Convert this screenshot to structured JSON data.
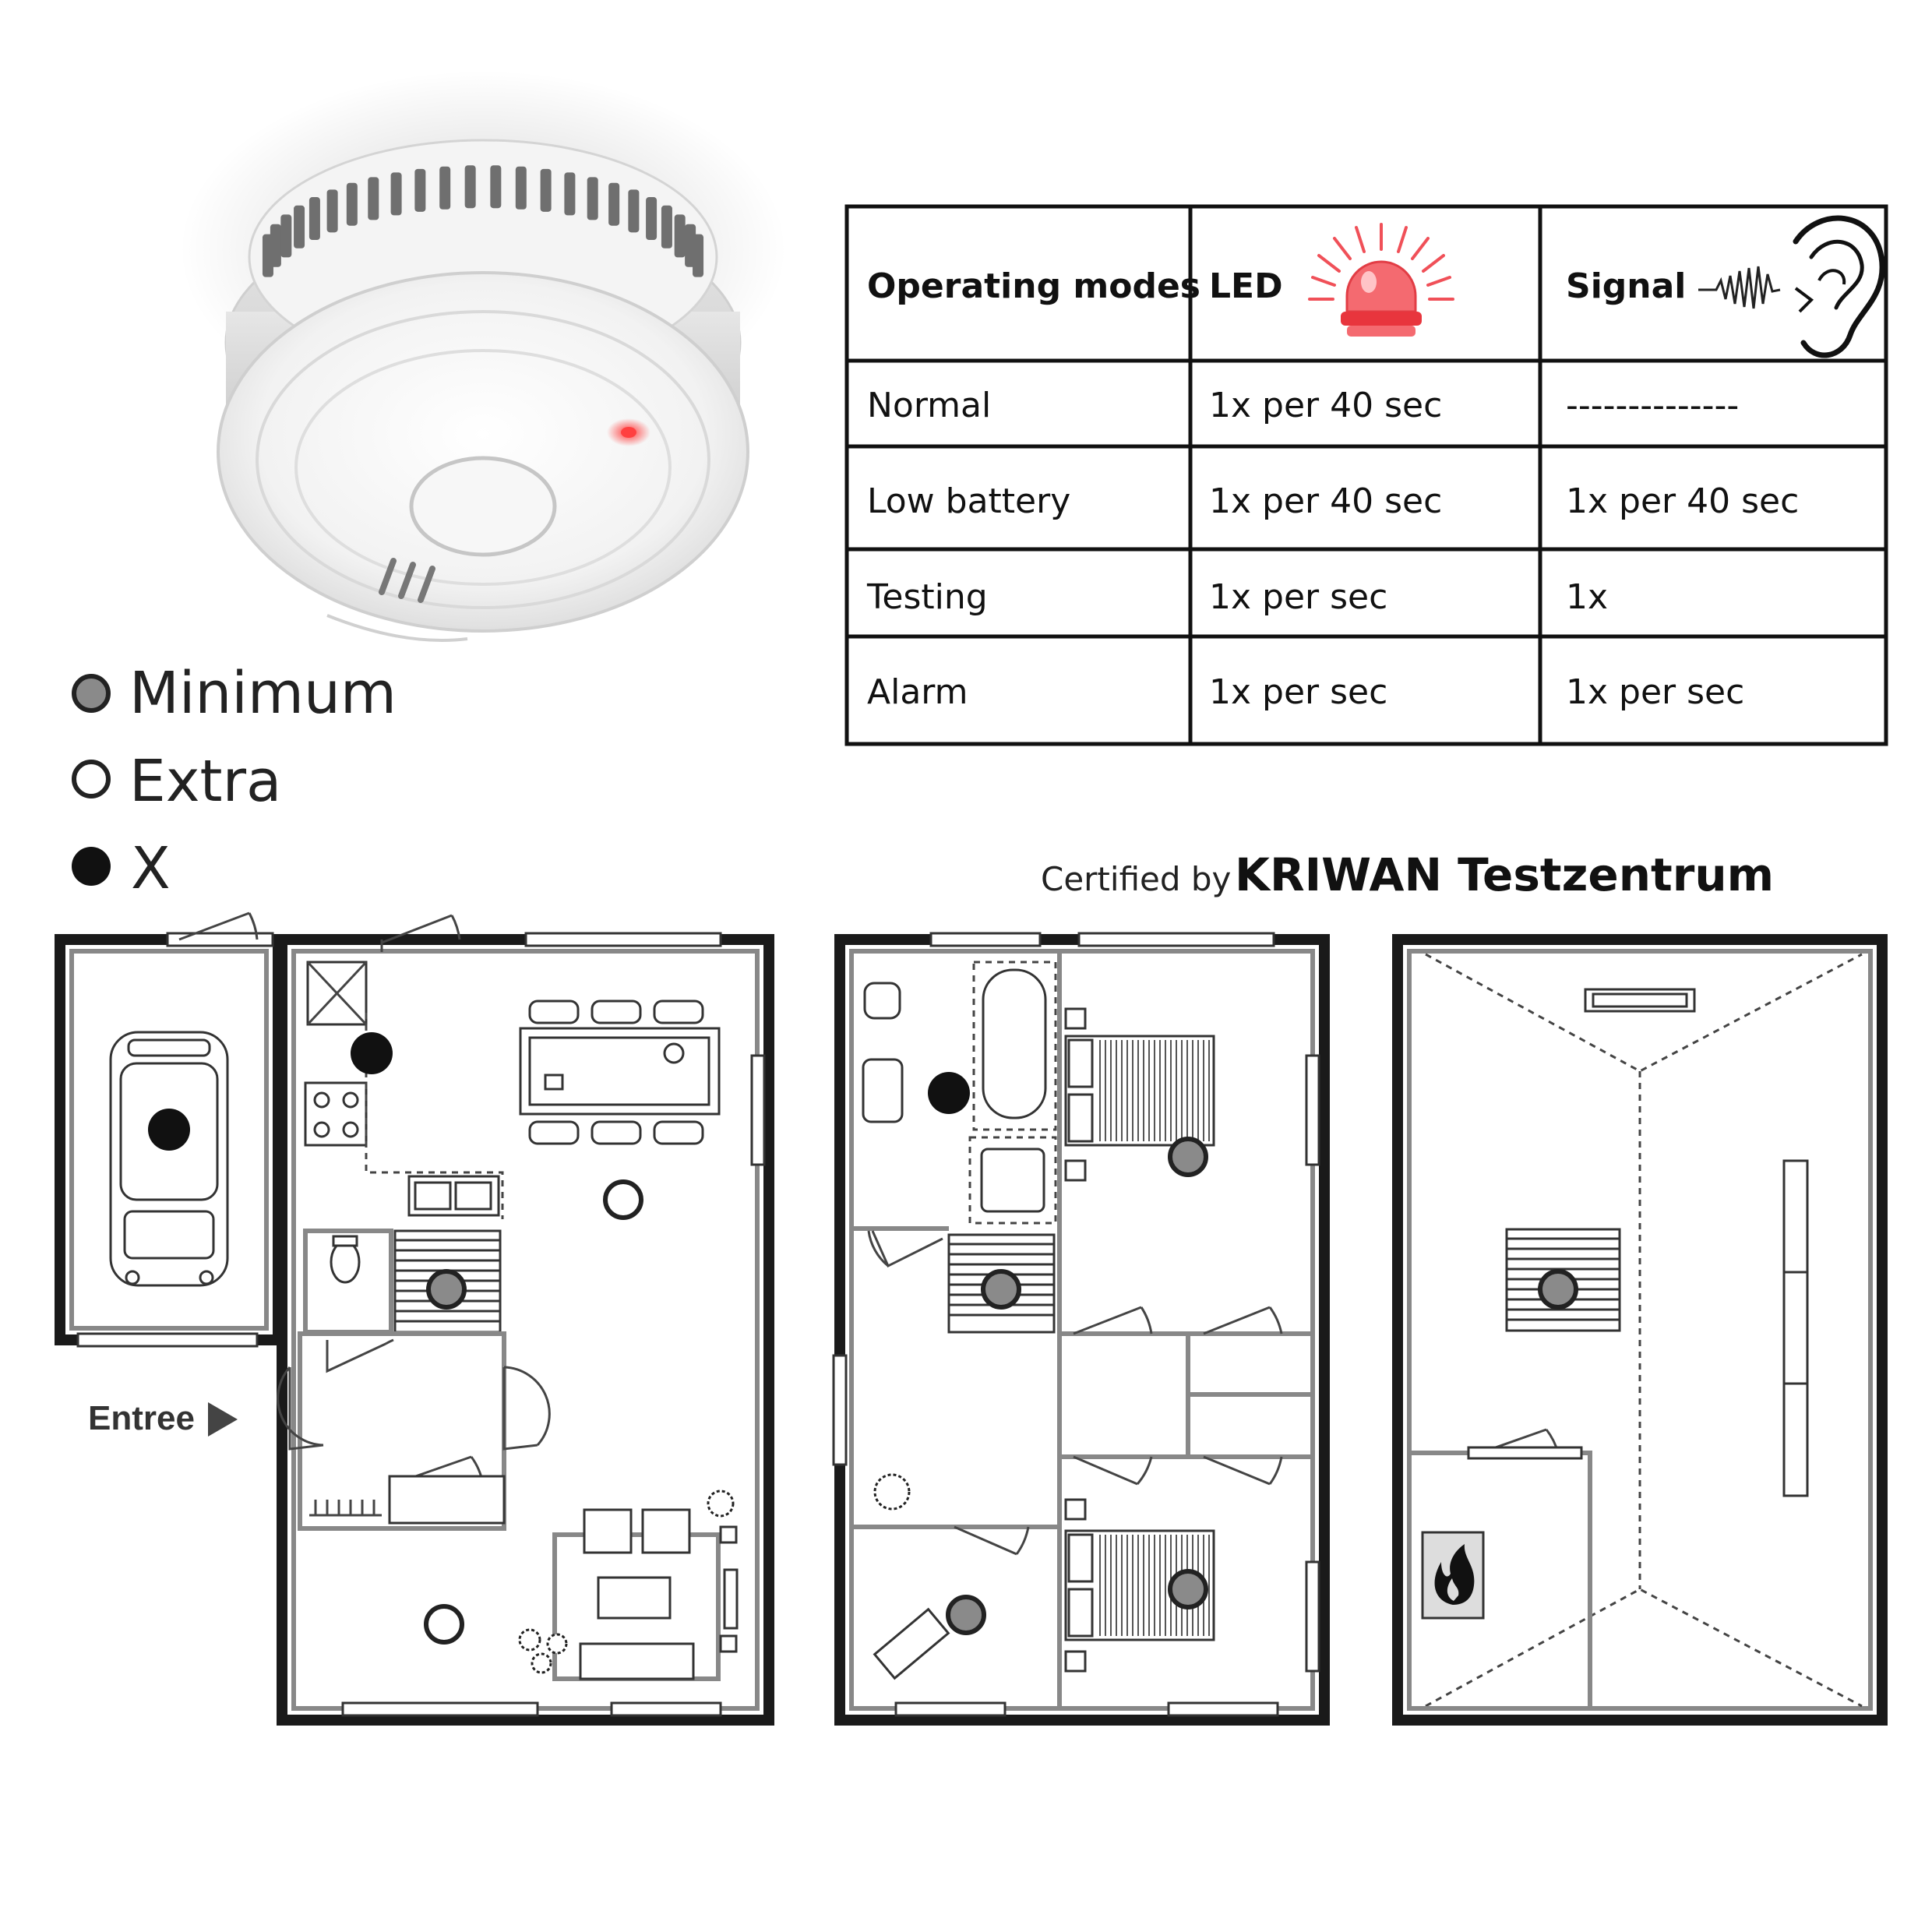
{
  "table": {
    "headers": {
      "modes": "Operating modes",
      "led": "LED",
      "signal": "Signal"
    },
    "rows": [
      {
        "mode": "Normal",
        "led": "1x per 40 sec",
        "signal": "--------------"
      },
      {
        "mode": "Low battery",
        "led": "1x per 40 sec",
        "signal": "1x per 40 sec"
      },
      {
        "mode": "Testing",
        "led": "1x per sec",
        "signal": "1x"
      },
      {
        "mode": "Alarm",
        "led": "1x per sec",
        "signal": "1x per sec"
      }
    ]
  },
  "legend": {
    "minimum": "Minimum",
    "extra": "Extra",
    "x": "X"
  },
  "certification": {
    "prefix": "Certified by",
    "body": "KRIWAN Testzentrum"
  },
  "entrance_label": "Entree",
  "colors": {
    "minimum_marker": "#8a8a8a",
    "extra_marker": "#ffffff",
    "x_marker": "#111111",
    "led_red": "#f0505a",
    "wall": "#1a1a1a"
  },
  "icons": {
    "led": "beacon-light-icon",
    "signal": "ear-sound-icon",
    "fire": "fire-icon"
  }
}
